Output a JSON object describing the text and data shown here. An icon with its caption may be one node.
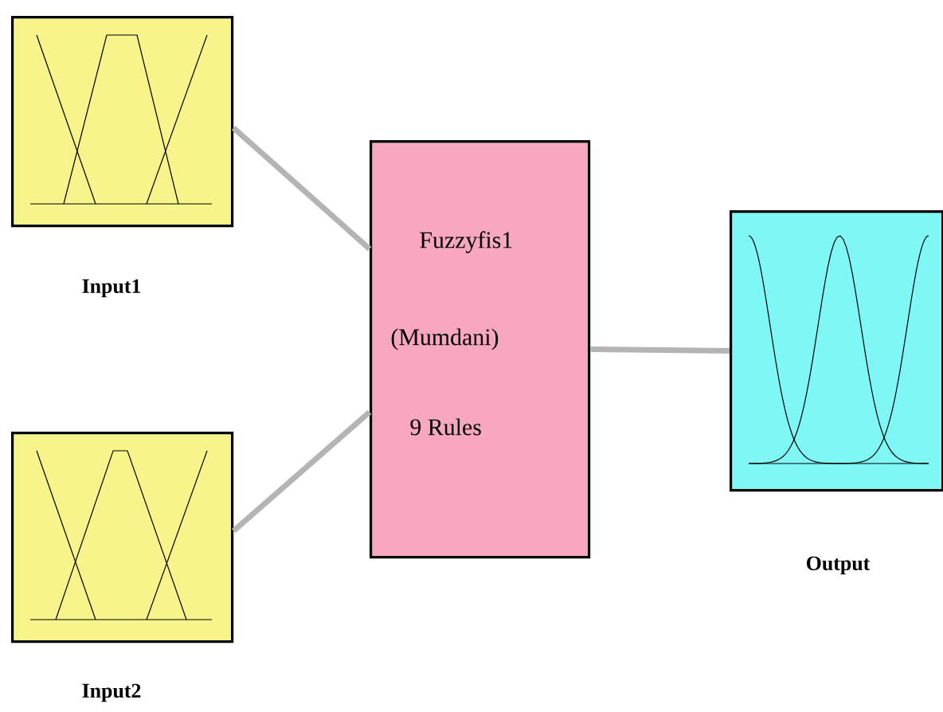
{
  "diagram": {
    "nodes": [
      {
        "text": [
          "Input1"
        ]
      },
      {
        "text": [
          "Input2"
        ]
      },
      {
        "text": [
          "Fuzzyfis1",
          "(Mumdani)",
          "9 Rules"
        ]
      },
      {
        "text": [
          "Output"
        ]
      }
    ],
    "edges": [
      {
        "from": 0,
        "to": 2,
        "arrow": "none"
      },
      {
        "from": 1,
        "to": 2,
        "arrow": "none"
      },
      {
        "from": 2,
        "to": 3,
        "arrow": "none"
      }
    ]
  }
}
